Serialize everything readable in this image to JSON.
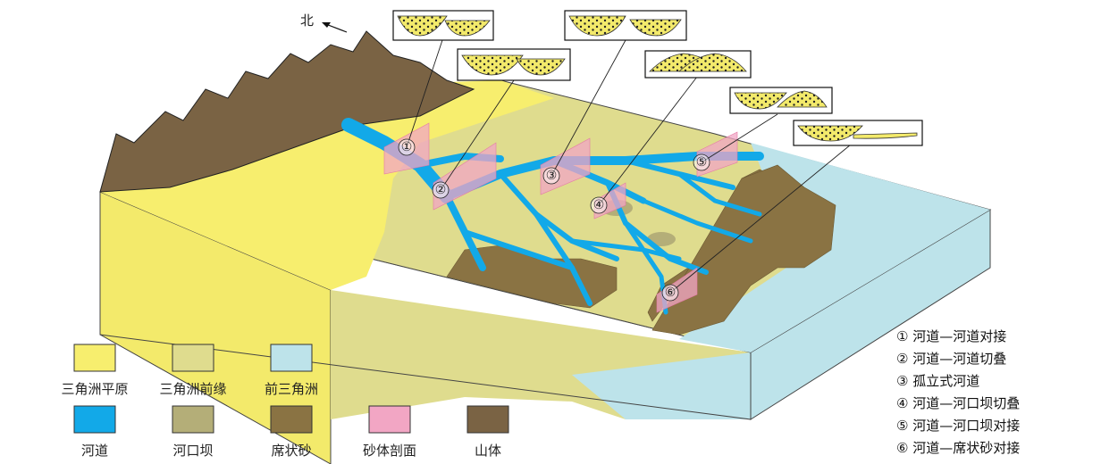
{
  "north_label": "北",
  "markers": [
    "①",
    "②",
    "③",
    "④",
    "⑤",
    "⑥"
  ],
  "legend": [
    {
      "label": "三角洲平原",
      "color": "#f7ee6e"
    },
    {
      "label": "三角洲前缘",
      "color": "#dfdc8e"
    },
    {
      "label": "前三角洲",
      "color": "#bde3ea"
    },
    {
      "label": "河道",
      "color": "#12a9e8"
    },
    {
      "label": "河口坝",
      "color": "#b4ae78"
    },
    {
      "label": "席状砂",
      "color": "#8a7343"
    },
    {
      "label": "砂体剖面",
      "color": "#f2a6c4"
    },
    {
      "label": "山体",
      "color": "#7a6344"
    }
  ],
  "contact_types": [
    "① 河道—河道对接",
    "② 河道—河道切叠",
    "③ 孤立式河道",
    "④ 河道—河口坝切叠",
    "⑤ 河道—河口坝对接",
    "⑥ 河道—席状砂对接"
  ]
}
